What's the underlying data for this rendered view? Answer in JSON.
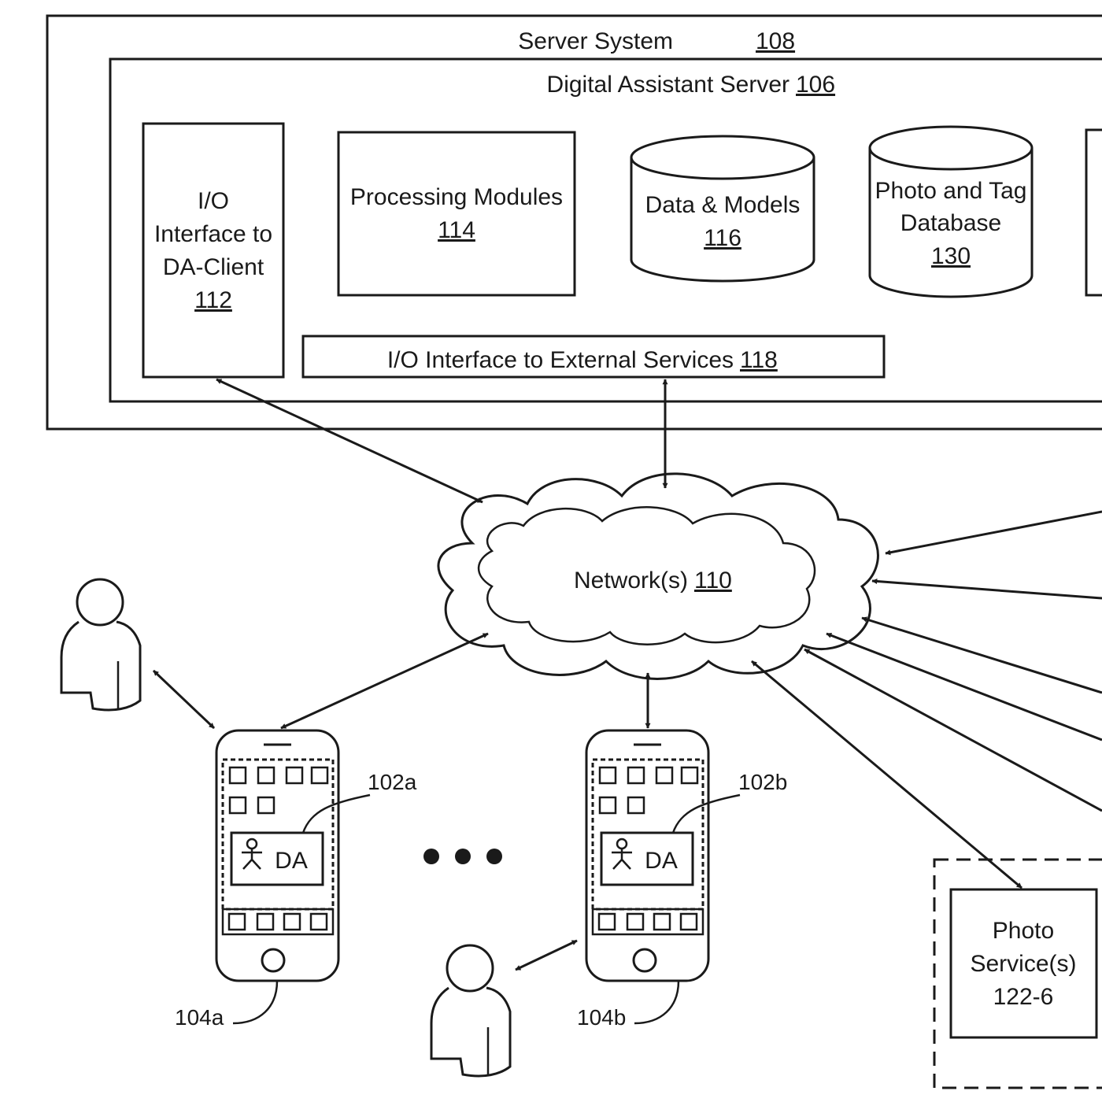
{
  "server_system": {
    "label": "Server System",
    "ref": "108"
  },
  "da_server": {
    "label": "Digital Assistant Server",
    "ref": "106"
  },
  "io_client": {
    "line1": "I/O",
    "line2": "Interface to",
    "line3": "DA-Client",
    "ref": "112"
  },
  "processing": {
    "label": "Processing Modules",
    "ref": "114"
  },
  "data_models": {
    "label": "Data & Models",
    "ref": "116"
  },
  "photo_db": {
    "line1": "Photo and Tag",
    "line2": "Database",
    "ref": "130"
  },
  "io_external": {
    "label": "I/O Interface to External Services",
    "ref": "118"
  },
  "network": {
    "label": "Network(s)",
    "ref": "110"
  },
  "device_a": {
    "client_ref": "102a",
    "device_ref": "104a",
    "da_label": "DA"
  },
  "device_b": {
    "client_ref": "102b",
    "device_ref": "104b",
    "da_label": "DA"
  },
  "photo_service": {
    "line1": "Photo",
    "line2": "Service(s)",
    "line3": "122-6"
  },
  "icons": {
    "user": "user-icon",
    "phone": "smartphone-icon",
    "cloud": "cloud-icon",
    "database": "database-icon",
    "ellipsis": "ellipsis-icon"
  }
}
